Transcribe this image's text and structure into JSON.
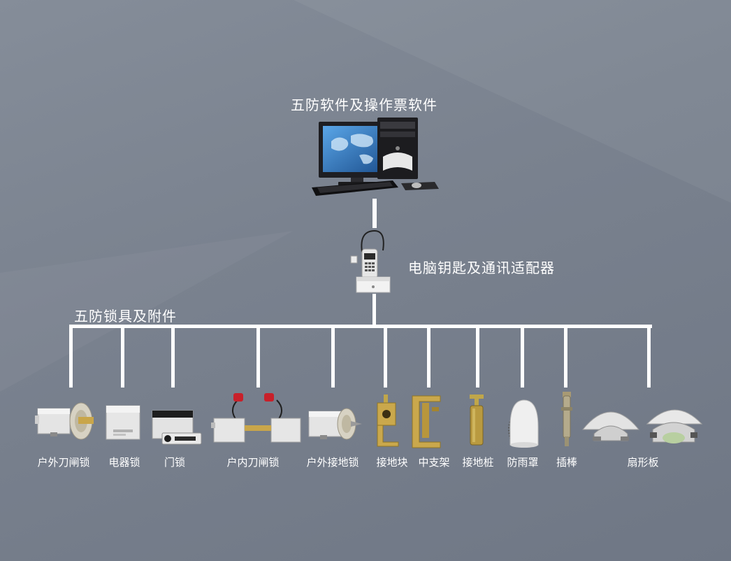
{
  "diagram": {
    "top_title": "五防软件及操作票软件",
    "key_title": "电脑钥匙及通讯适配器",
    "locks_title": "五防锁具及附件",
    "items": [
      {
        "label": "户外刀闸锁"
      },
      {
        "label": "电器锁"
      },
      {
        "label": "门锁"
      },
      {
        "label": "户内刀闸锁"
      },
      {
        "label": "户外接地锁"
      },
      {
        "label": "接地块"
      },
      {
        "label": "中支架"
      },
      {
        "label": "接地桩"
      },
      {
        "label": "防雨罩"
      },
      {
        "label": "插棒"
      },
      {
        "label": "扇形板"
      }
    ]
  }
}
